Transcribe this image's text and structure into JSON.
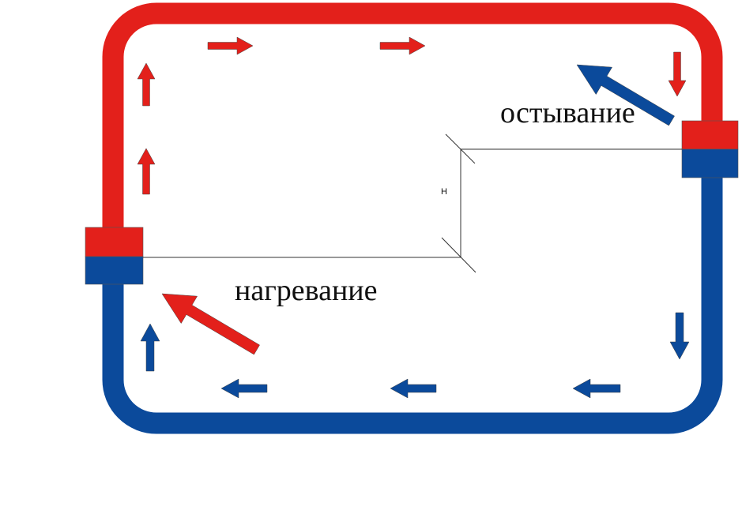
{
  "labels": {
    "cooling": "остывание",
    "heating": "нагревание",
    "height": "H"
  },
  "colors": {
    "hot": "#e3201b",
    "cold": "#0b4a9b",
    "line": "#333333"
  }
}
